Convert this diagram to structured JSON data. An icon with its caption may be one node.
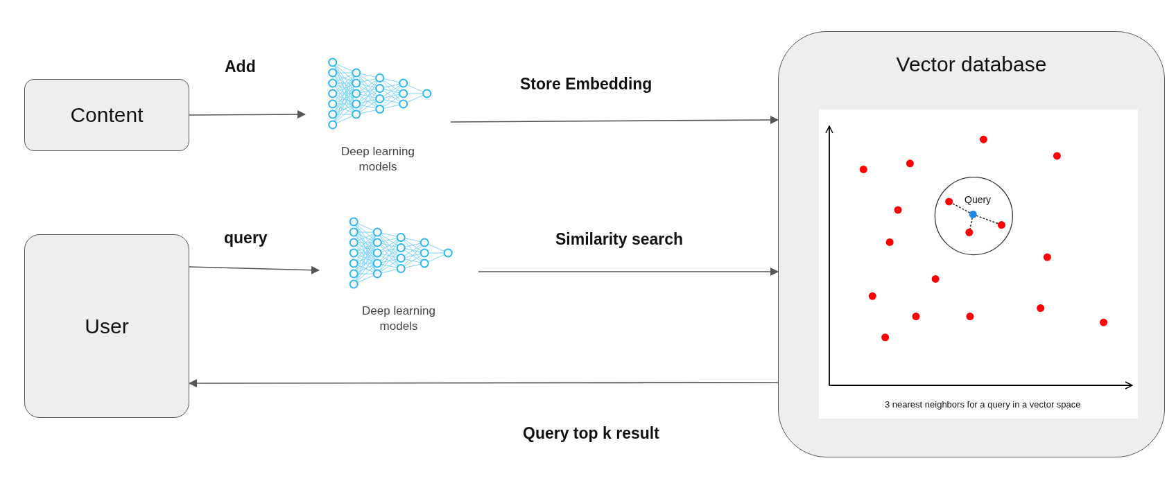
{
  "diagram": {
    "nodes": [
      {
        "text": [
          "Content"
        ]
      },
      {
        "text": [
          "Deep learning models"
        ]
      },
      {
        "text": [
          "User"
        ]
      },
      {
        "text": [
          "Deep learning models"
        ]
      },
      {
        "text": [
          "Vector database"
        ]
      },
      {
        "text": [
          "Query",
          "3 nearest neighbors for a query in a vector space"
        ],
        "in": 4
      }
    ],
    "edges": [
      {
        "from": 0,
        "to": 1,
        "arrow": "to",
        "label": "Add"
      },
      {
        "from": 1,
        "to": 4,
        "arrow": "to",
        "label": "Store Embedding"
      },
      {
        "from": 2,
        "to": 3,
        "arrow": "to",
        "label": "query"
      },
      {
        "from": 3,
        "to": 4,
        "arrow": "to",
        "label": "Similarity search"
      },
      {
        "from": 4,
        "to": 2,
        "arrow": "to",
        "label": "Query top k result"
      }
    ]
  }
}
